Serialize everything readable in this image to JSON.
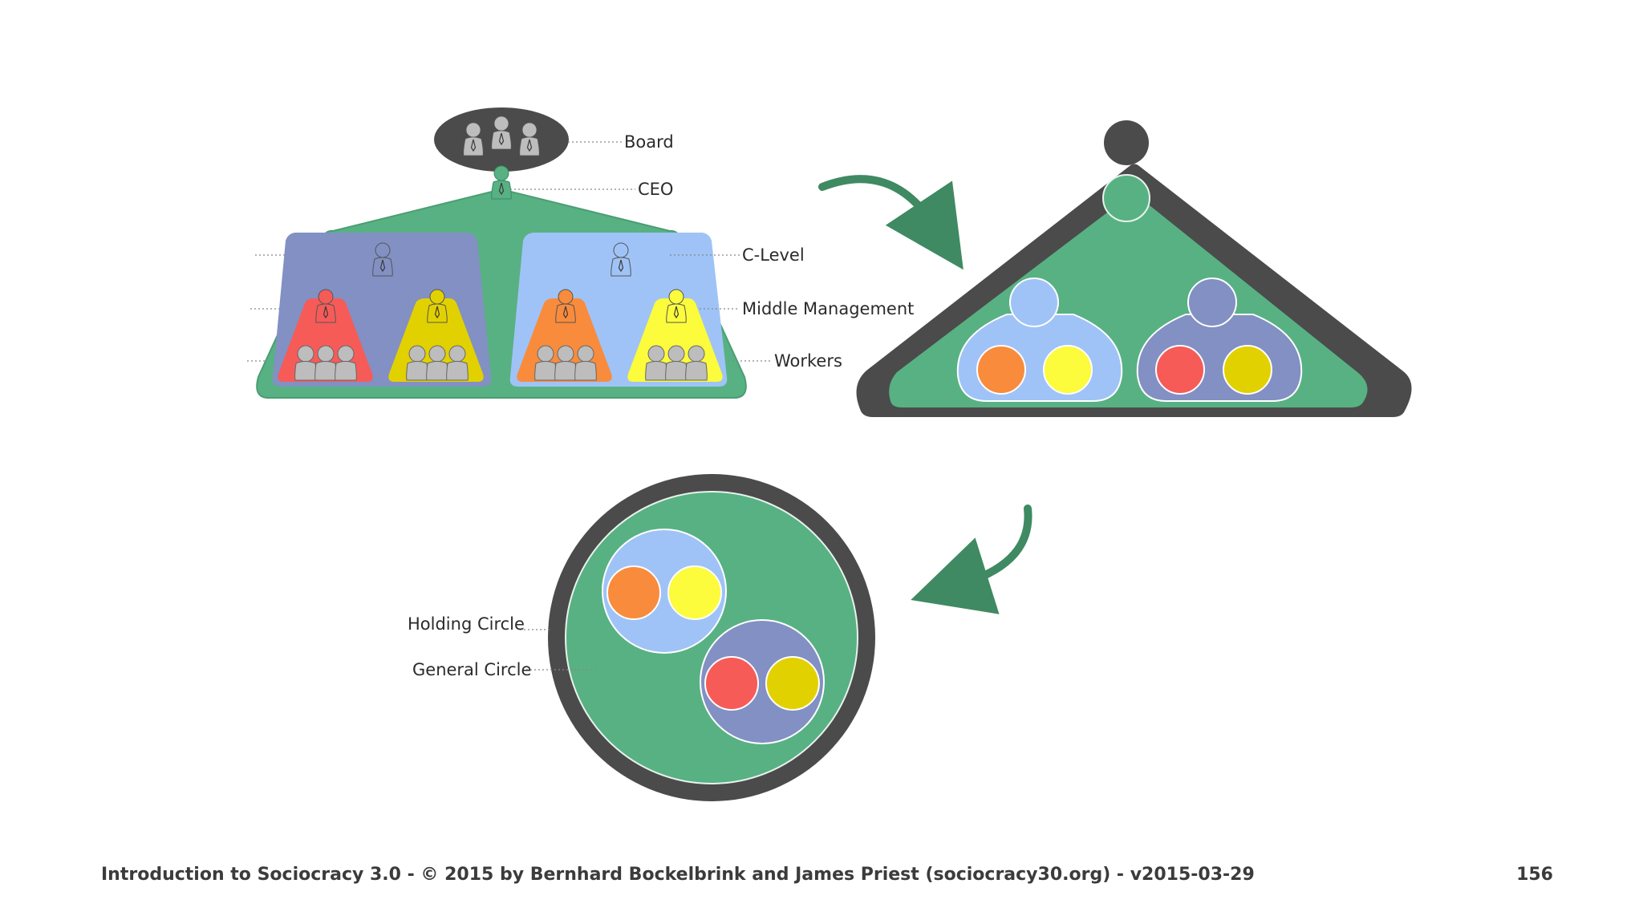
{
  "labels": {
    "board": "Board",
    "ceo": "CEO",
    "c_level": "C-Level",
    "middle_management": "Middle Management",
    "workers": "Workers",
    "holding_circle": "Holding Circle",
    "general_circle": "General Circle"
  },
  "footer": {
    "text": "Introduction to Sociocracy 3.0 - © 2015 by Bernhard Bockelbrink and James Priest (sociocracy30.org) - v2015-03-29",
    "page_number": "156"
  },
  "colors": {
    "green": "#58b183",
    "dark": "#4b4b4b",
    "purple": "#8290c3",
    "light_blue": "#9fc3f6",
    "red": "#f65b58",
    "yellow_dark": "#e2d100",
    "orange": "#f98b3c",
    "yellow": "#fcfb3c",
    "person_gray": "#bdbdbd",
    "arrow": "#3f8a62"
  },
  "icons": {
    "person": "person-icon",
    "arrow": "curved-arrow-icon"
  }
}
